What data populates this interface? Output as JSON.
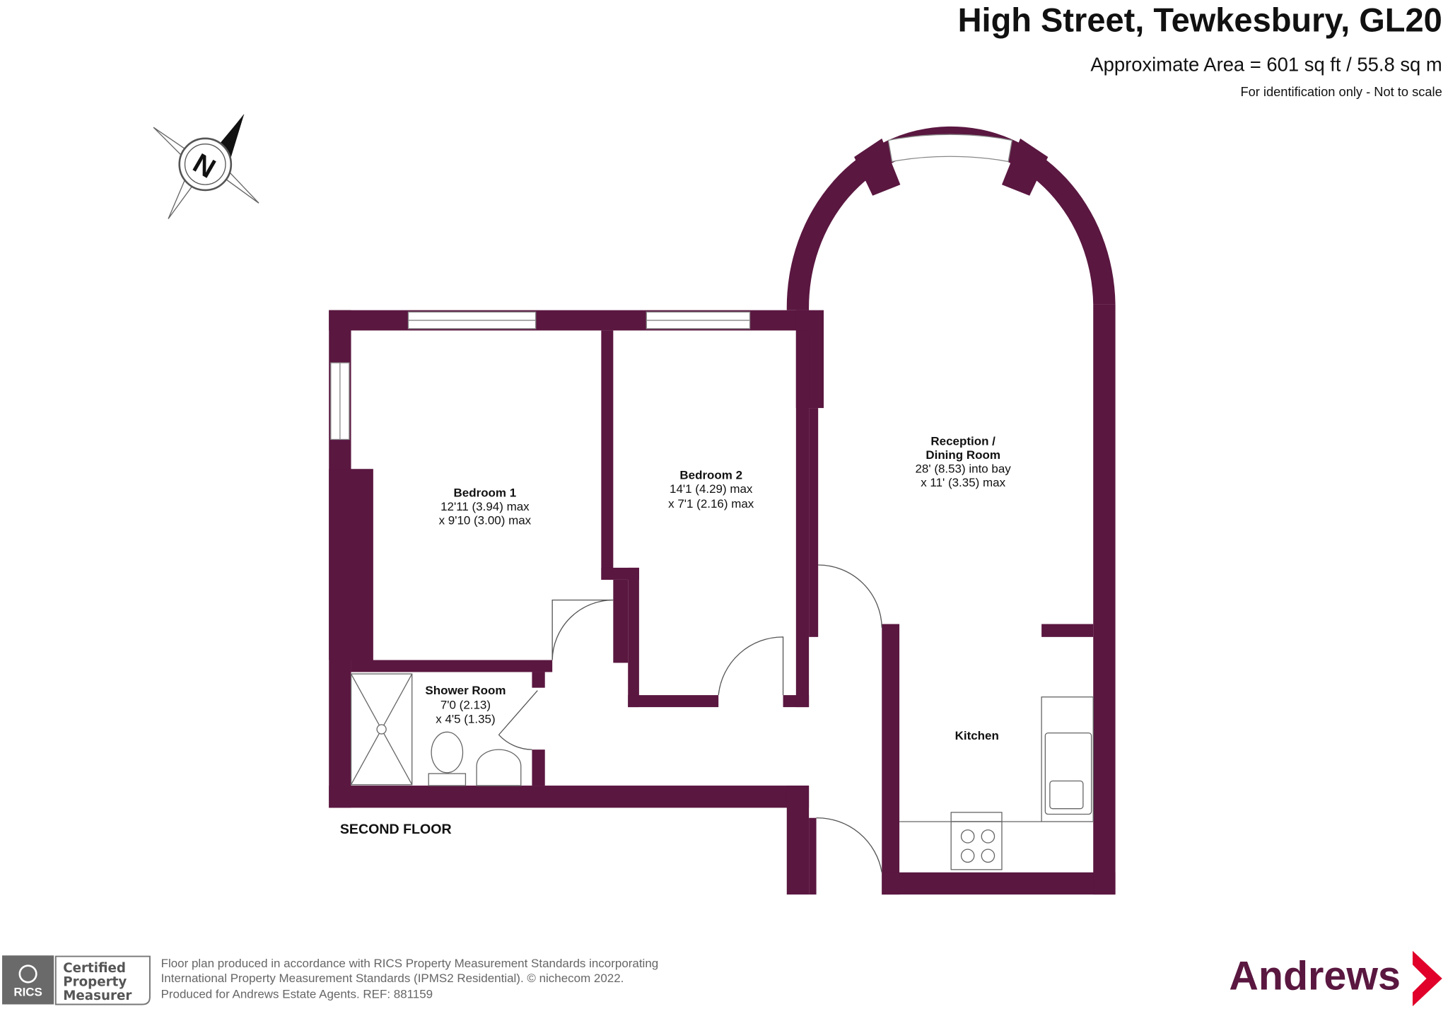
{
  "header": {
    "title": "High Street, Tewkesbury, GL20",
    "area": "Approximate Area = 601 sq ft / 55.8 sq m",
    "disclaimer": "For identification only - Not to scale"
  },
  "compass": {
    "label": "N"
  },
  "floor_label": "SECOND FLOOR",
  "rooms": [
    {
      "name": "Bedroom 1",
      "dim1": "12'11 (3.94) max",
      "dim2": "x 9'10 (3.00) max"
    },
    {
      "name": "Bedroom 2",
      "dim1": "14'1 (4.29) max",
      "dim2": "x 7'1 (2.16) max"
    },
    {
      "name1": "Reception /",
      "name2": "Dining Room",
      "dim1": "28' (8.53) into bay",
      "dim2": "x 11' (3.35) max"
    },
    {
      "name": "Shower Room",
      "dim1": "7'0 (2.13)",
      "dim2": "x 4'5 (1.35)"
    },
    {
      "name": "Kitchen"
    }
  ],
  "footer": {
    "rics_logo": "RICS",
    "badge": [
      "Certified",
      "Property",
      "Measurer"
    ],
    "lines": [
      "Floor plan produced in accordance with RICS Property Measurement Standards incorporating",
      "International Property Measurement Standards (IPMS2 Residential).   © nichecom 2022.",
      "Produced for Andrews Estate Agents.   REF:  881159"
    ],
    "brand": "Andrews"
  },
  "colors": {
    "wall": "#5a1740",
    "brand": "#5a1740",
    "arrow": "#e0002a"
  }
}
